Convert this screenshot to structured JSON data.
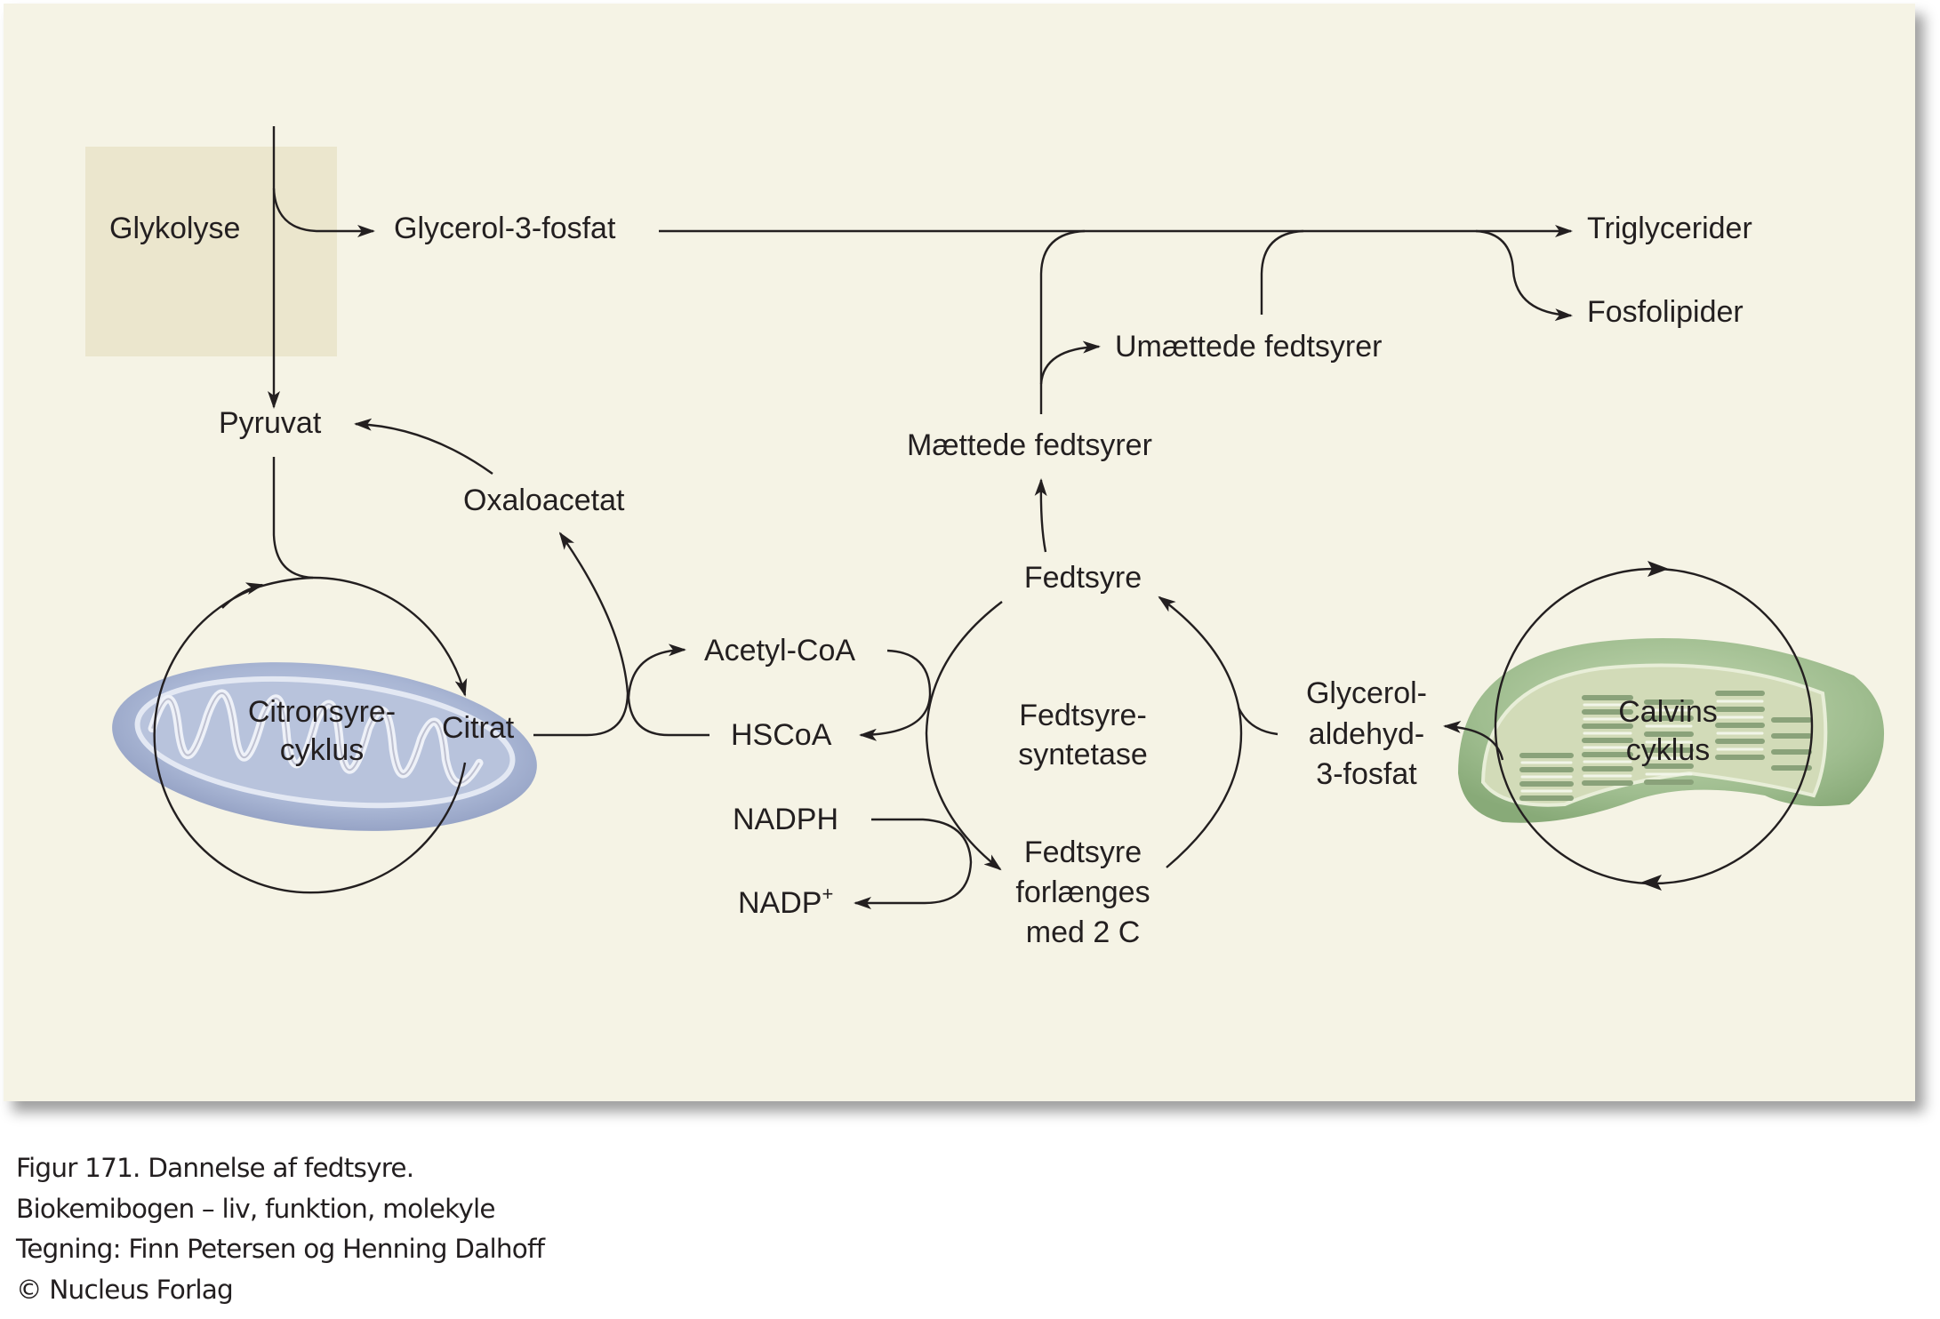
{
  "figure": {
    "title": "Dannelse af fedtsyre",
    "labels": {
      "glykolyse": "Glykolyse",
      "glycerol3fosfat": "Glycerol-3-fosfat",
      "triglycerider": "Triglycerider",
      "fosfolipider": "Fosfolipider",
      "umaettede": "Umættede fedtsyrer",
      "maettede": "Mættede fedtsyrer",
      "pyruvat": "Pyruvat",
      "oxaloacetat": "Oxaloacetat",
      "citronsyre_line1": "Citronsyre-",
      "citronsyre_line2": "cyklus",
      "citrat": "Citrat",
      "acetylcoa": "Acetyl-CoA",
      "hscoa": "HSCoA",
      "nadph": "NADPH",
      "nadp": "NADP",
      "nadp_sup": "+",
      "fedtsyre": "Fedtsyre",
      "syntetase_line1": "Fedtsyre-",
      "syntetase_line2": "syntetase",
      "forlaenges_line1": "Fedtsyre",
      "forlaenges_line2": "forlænges",
      "forlaenges_line3": "med 2 C",
      "gap_line1": "Glycerol-",
      "gap_line2": "aldehyd-",
      "gap_line3": "3-fosfat",
      "calvin_line1": "Calvins",
      "calvin_line2": "cyklus"
    },
    "organelles": {
      "mitochondrion": "mitochondrion-illustration",
      "chloroplast": "chloroplast-illustration"
    },
    "colors": {
      "background": "#f5f3e5",
      "glykolyse_box": "#ebe6cd",
      "mitochondrion": "#a9b6d4",
      "chloroplast": "#9fbd8f",
      "ink": "#231f20"
    }
  },
  "caption": {
    "line1": "Figur 171. Dannelse af fedtsyre.",
    "line2": "Biokemibogen – liv, funktion, molekyle",
    "line3": "Tegning: Finn Petersen og Henning Dalhoff",
    "line4": "© Nucleus Forlag"
  }
}
